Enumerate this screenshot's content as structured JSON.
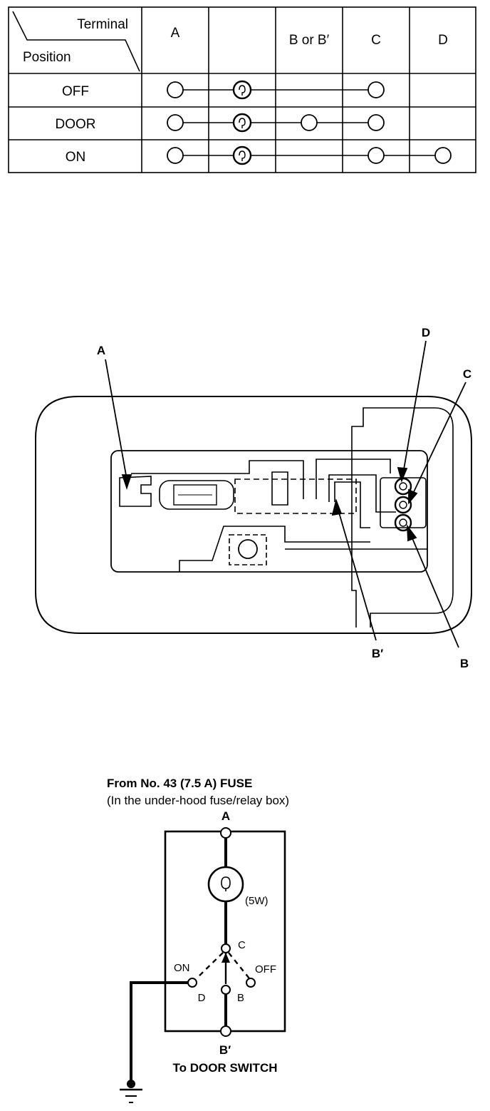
{
  "table": {
    "header_terminal": "Terminal",
    "header_position": "Position",
    "columns": [
      "A",
      "",
      "B or B′",
      "C",
      "D"
    ],
    "rows": [
      {
        "label": "OFF",
        "connected": [
          "A",
          "bulb",
          "C"
        ]
      },
      {
        "label": "DOOR",
        "connected": [
          "A",
          "bulb",
          "B or B′",
          "C"
        ]
      },
      {
        "label": "ON",
        "connected": [
          "A",
          "bulb",
          "C",
          "D"
        ]
      }
    ]
  },
  "switch_view": {
    "labels": {
      "a": "A",
      "b": "B",
      "b_prime": "B′",
      "c": "C",
      "d": "D"
    }
  },
  "schematic": {
    "source_line1": "From No. 43 (7.5 A) FUSE",
    "source_line2": "(In the under-hood fuse/relay box)",
    "terminal_a": "A",
    "bulb_rating": "(5W)",
    "terminal_c": "C",
    "pos_on": "ON",
    "pos_off": "OFF",
    "terminal_d": "D",
    "terminal_b": "B",
    "terminal_b_prime": "B′",
    "destination": "To DOOR SWITCH"
  }
}
